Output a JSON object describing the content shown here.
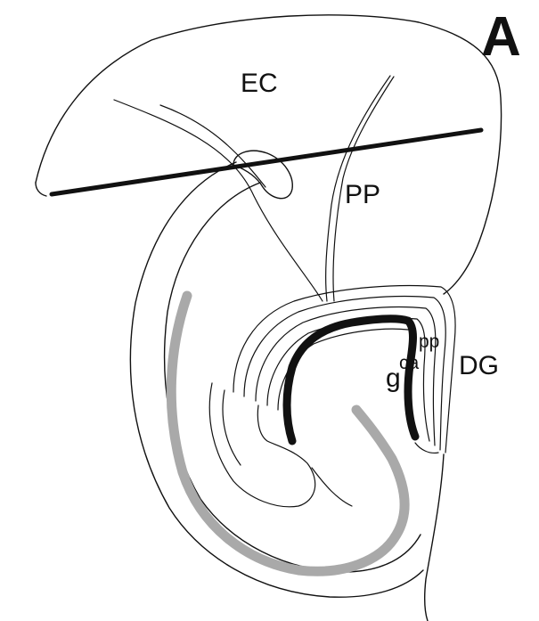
{
  "figure": {
    "panel_label": "A",
    "labels": {
      "ec": "EC",
      "pp_path": "PP",
      "dg": "DG",
      "pp_layer": "pp",
      "ca_layer": "ca",
      "g_layer": "g"
    },
    "colors": {
      "line": "#111111",
      "granule_layer": "#111111",
      "ca3_layer": "#a9a9a9",
      "background": "#ffffff"
    }
  }
}
